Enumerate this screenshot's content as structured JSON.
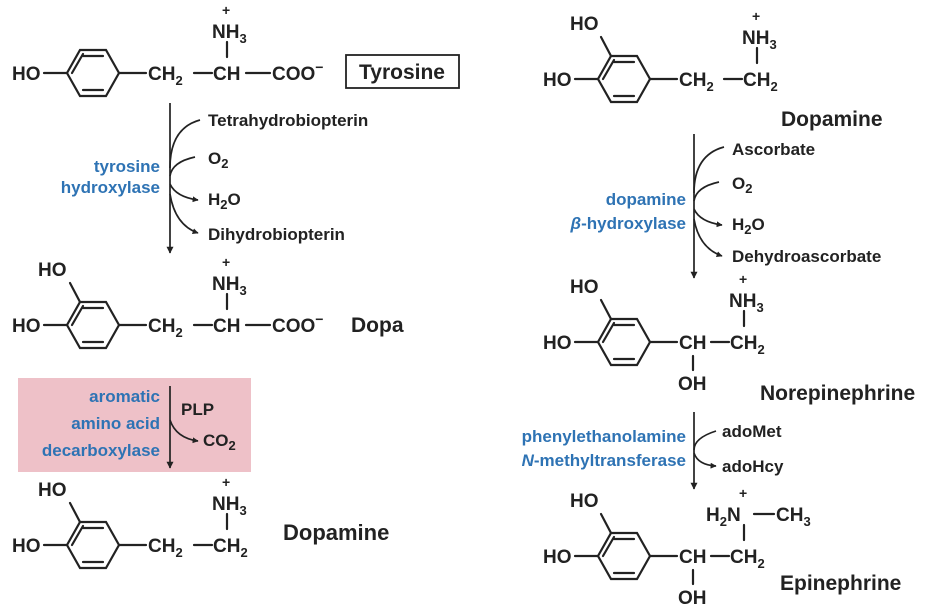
{
  "colors": {
    "enzyme": "#2e73b4",
    "ink": "#222222",
    "highlight": "#eec1c8"
  },
  "molecules": {
    "tyrosine": {
      "name": "Tyrosine",
      "ho": "HO",
      "ch2": "CH",
      "ch2_sub": "2",
      "ch": "CH",
      "coo": "COO",
      "coo_charge": "−",
      "nh3": "NH",
      "nh3_sub": "3",
      "plus": "+"
    },
    "dopa": {
      "name": "Dopa",
      "ho_top": "HO",
      "ho": "HO",
      "ch2": "CH",
      "ch2_sub": "2",
      "ch": "CH",
      "coo": "COO",
      "coo_charge": "−",
      "nh3": "NH",
      "nh3_sub": "3",
      "plus": "+"
    },
    "dopamine_left": {
      "name": "Dopamine",
      "ho_top": "HO",
      "ho": "HO",
      "ch2a": "CH",
      "ch2a_sub": "2",
      "ch2b": "CH",
      "ch2b_sub": "2",
      "nh3": "NH",
      "nh3_sub": "3",
      "plus": "+"
    },
    "dopamine_right": {
      "name": "Dopamine",
      "ho_top": "HO",
      "ho": "HO",
      "ch2a": "CH",
      "ch2a_sub": "2",
      "ch2b": "CH",
      "ch2b_sub": "2",
      "nh3": "NH",
      "nh3_sub": "3",
      "plus": "+"
    },
    "norepinephrine": {
      "name": "Norepinephrine",
      "ho_top": "HO",
      "ho": "HO",
      "ch": "CH",
      "oh": "OH",
      "ch2": "CH",
      "ch2_sub": "2",
      "nh3": "NH",
      "nh3_sub": "3",
      "plus": "+"
    },
    "epinephrine": {
      "name": "Epinephrine",
      "ho_top": "HO",
      "ho": "HO",
      "ch": "CH",
      "oh": "OH",
      "ch2": "CH",
      "ch2_sub": "2",
      "h2n": "H",
      "h2n_sub": "2",
      "h2n_n": "N",
      "ch3": "CH",
      "ch3_sub": "3",
      "plus": "+"
    }
  },
  "steps": {
    "step1": {
      "enzyme_line1": "tyrosine",
      "enzyme_line2": "hydroxylase",
      "in1": "Tetrahydrobiopterin",
      "in2": "O",
      "in2_sub": "2",
      "out1": "H",
      "out1_sub": "2",
      "out1_tail": "O",
      "out2": "Dihydrobiopterin"
    },
    "step2": {
      "enzyme_line1": "aromatic",
      "enzyme_line2": "amino acid",
      "enzyme_line3": "decarboxylase",
      "cofactor": "PLP",
      "out": "CO",
      "out_sub": "2"
    },
    "step3": {
      "enzyme_line1": "dopamine",
      "enzyme_line2_greek": "β",
      "enzyme_line2": "-hydroxylase",
      "in1": "Ascorbate",
      "in2": "O",
      "in2_sub": "2",
      "out1": "H",
      "out1_sub": "2",
      "out1_tail": "O",
      "out2": "Dehydroascorbate"
    },
    "step4": {
      "enzyme_line1": "phenylethanolamine",
      "enzyme_line2_italic": "N",
      "enzyme_line2": "-methyltransferase",
      "in1": "adoMet",
      "out1": "adoHcy"
    }
  }
}
